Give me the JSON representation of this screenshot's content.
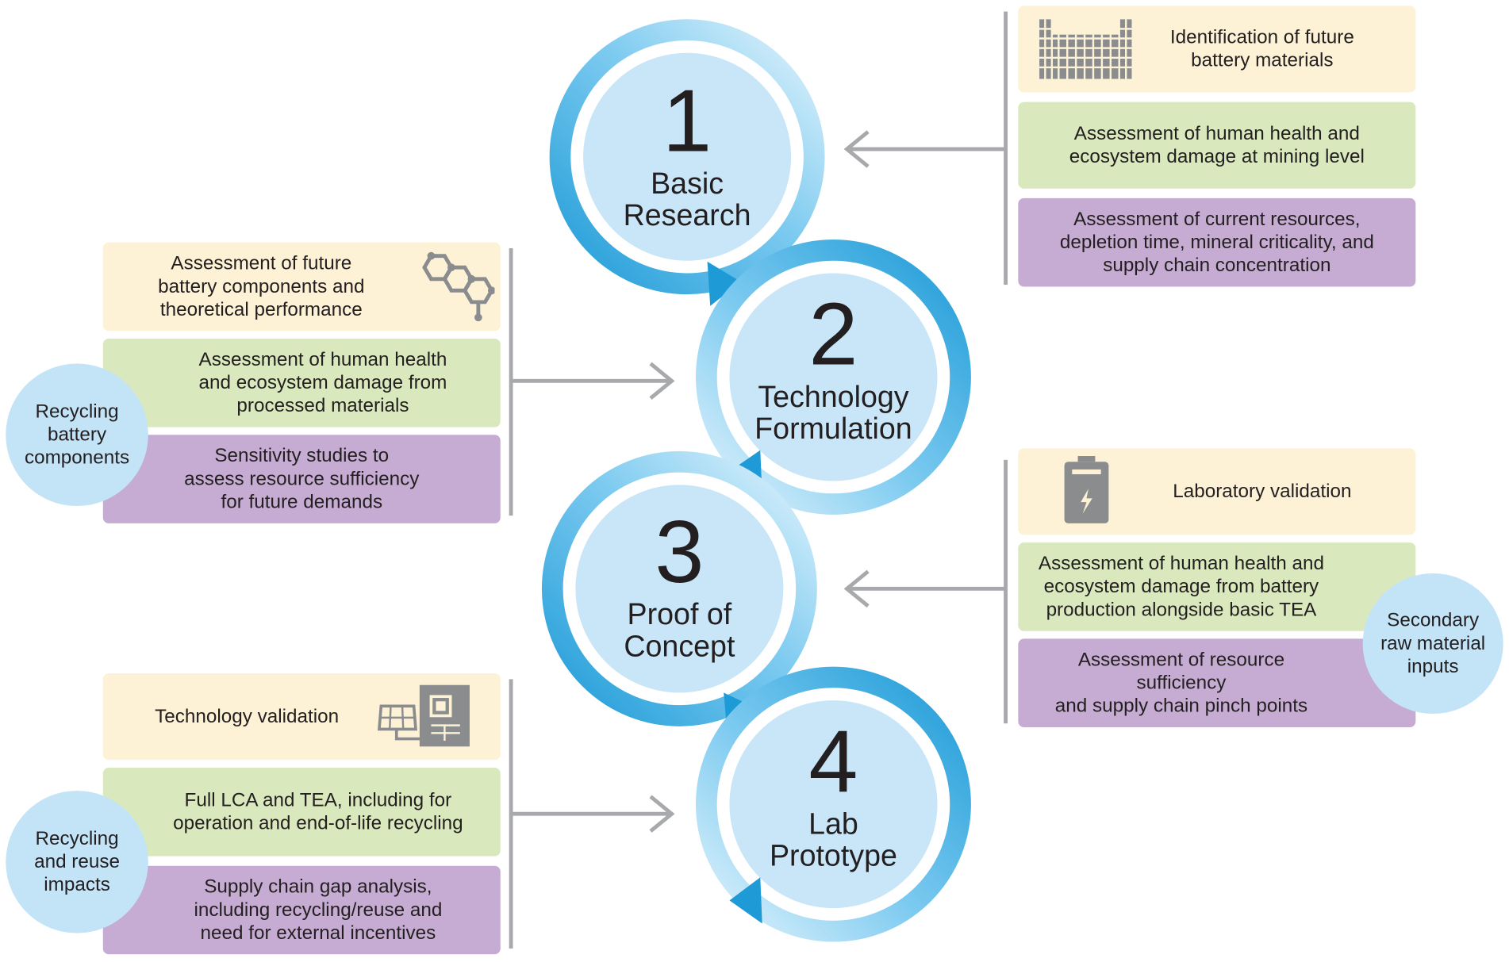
{
  "steps": [
    {
      "number": "1",
      "label": "Basic\nResearch"
    },
    {
      "number": "2",
      "label": "Technology\nFormulation"
    },
    {
      "number": "3",
      "label": "Proof of\nConcept"
    },
    {
      "number": "4",
      "label": "Lab\nPrototype"
    }
  ],
  "right_group_1": {
    "yellow": "Identification of future\nbattery materials",
    "green": "Assessment of human health and\necosystem damage at mining level",
    "purple": "Assessment of current resources,\ndepletion time, mineral criticality, and\nsupply chain concentration",
    "icon": "periodic-table-icon"
  },
  "left_group_2": {
    "yellow": "Assessment of future\nbattery components and\ntheoretical performance",
    "green": "Assessment of human health\nand ecosystem damage from\nprocessed materials",
    "purple": "Sensitivity studies to\nassess resource sufficiency\nfor future demands",
    "bubble": "Recycling\nbattery\ncomponents",
    "icon": "molecule-icon"
  },
  "right_group_3": {
    "yellow": "Laboratory validation",
    "green": "Assessment of human health and\necosystem damage from battery\nproduction alongside basic TEA",
    "purple": "Assessment of resource sufficiency\nand supply chain pinch points",
    "bubble": "Secondary\nraw material\ninputs",
    "icon": "battery-icon"
  },
  "left_group_4": {
    "yellow": "Technology validation",
    "green": "Full LCA and TEA, including for\noperation and end-of-life recycling",
    "purple": "Supply chain gap analysis,\nincluding recycling/reuse and\nneed for external incentives",
    "bubble": "Recycling\nand reuse\nimpacts",
    "icon": "solar-chip-icon"
  },
  "colors": {
    "yellow": "#fdf1d6",
    "green": "#d9e9bd",
    "purple": "#c6abd2",
    "bubble": "#c3e3f7",
    "ring": "#29a8e0",
    "connector": "#a7a9ac"
  }
}
